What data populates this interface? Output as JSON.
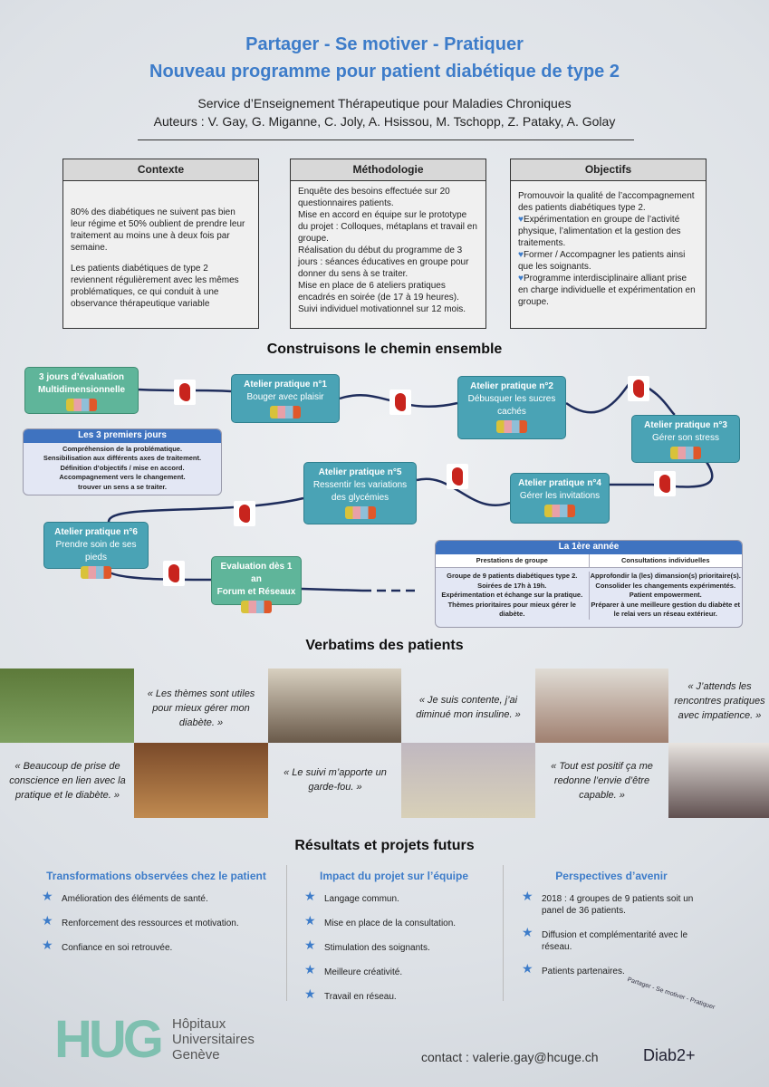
{
  "header": {
    "title1": "Partager - Se motiver - Pratiquer",
    "title2": "Nouveau programme pour patient diabétique de type 2",
    "service": "Service d’Enseignement Thérapeutique pour Maladies Chroniques",
    "authors": "Auteurs : V. Gay, G. Miganne, C. Joly, A. Hsissou, M. Tschopp, Z. Pataky, A. Golay"
  },
  "boxes": [
    {
      "title": "Contexte",
      "paras": [
        "80% des diabétiques ne suivent pas bien leur régime et 50% oublient de prendre leur traitement au moins une à deux fois par semaine.",
        "Les patients diabétiques de type 2 reviennent régulièrement avec les mêmes problématiques, ce qui conduit à une observance thérapeutique variable"
      ]
    },
    {
      "title": "Méthodologie",
      "paras": [
        "Enquête des besoins effectuée sur 20 questionnaires patients.",
        "Mise en accord en équipe sur le prototype du projet : Colloques, métaplans et travail en groupe.",
        "Réalisation du début du programme de 3 jours : séances éducatives en groupe pour donner du sens à se traiter.",
        "Mise en place de 6 ateliers pratiques encadrés en soirée (de 17 à 19 heures).",
        "Suivi individuel motivationnel sur 12 mois."
      ]
    },
    {
      "title": "Objectifs",
      "paras": [
        "Promouvoir la qualité de l’accompagnement des patients diabétiques type 2.",
        "Expérimentation en groupe de l’activité physique, l’alimentation et la gestion des traitements.",
        "Former / Accompagner les patients ainsi que les soignants.",
        "Programme interdisciplinaire alliant prise en charge individuelle et expérimentation en groupe."
      ]
    }
  ],
  "path": {
    "heading": "Construisons le chemin ensemble",
    "eval3": {
      "title": "3 jours d’évaluation",
      "sub": "Multidimensionnelle"
    },
    "a1": {
      "title": "Atelier pratique n°1",
      "sub": "Bouger avec plaisir"
    },
    "a2": {
      "title": "Atelier pratique n°2",
      "sub": "Débusquer les sucres cachés"
    },
    "a3": {
      "title": "Atelier pratique n°3",
      "sub": "Gérer son stress"
    },
    "a4": {
      "title": "Atelier pratique n°4",
      "sub": "Gérer les invitations"
    },
    "a5": {
      "title": "Atelier pratique n°5",
      "sub": "Ressentir les variations des glycémies"
    },
    "a6": {
      "title": "Atelier pratique n°6",
      "sub": "Prendre soin de ses pieds"
    },
    "evalyear": {
      "title": "Evaluation dès 1 an",
      "sub": "Forum et Réseaux"
    },
    "first3": {
      "title": "Les 3 premiers jours",
      "lines": [
        "Compréhension de la problématique.",
        "Sensibilisation aux différents axes de traitement.",
        "Définition d’objectifs / mise en accord.",
        "Accompagnement vers le changement.",
        "trouver un sens a se traiter."
      ]
    },
    "year1": {
      "title": "La 1ère année",
      "col1": "Prestations de groupe",
      "col2": "Consultations individuelles",
      "lines1": [
        "Groupe de 9 patients diabétiques type 2.",
        "Soirées de 17h à 19h.",
        "Expérimentation et échange sur la pratique.",
        "Thèmes prioritaires pour mieux gérer le diabète."
      ],
      "lines2": [
        "Approfondir la (les) dimansion(s) prioritaire(s).",
        "Consolider les changements expérimentés.",
        "Patient empowerment.",
        "Préparer à une meilleure gestion du diabète et le relai vers un réseau extérieur."
      ]
    }
  },
  "verbatims": {
    "heading": "Verbatims des patients",
    "quotes": [
      "« Les thèmes sont utiles pour mieux gérer mon diabète. »",
      "« Je suis contente, j’ai diminué mon insuline. »",
      "« J’attends les rencontres pratiques avec impatience. »",
      "« Beaucoup de prise de conscience en lien avec la pratique et le diabète. »",
      "« Le suivi m’apporte un garde-fou. »",
      "« Tout est positif ça me redonne l’envie d’être capable. »"
    ]
  },
  "results": {
    "heading": "Résultats et projets futurs",
    "cols": [
      {
        "title": "Transformations observées chez le patient",
        "items": [
          "Amélioration des éléments de santé.",
          "Renforcement des ressources et motivation.",
          "Confiance en soi retrouvée."
        ]
      },
      {
        "title": "Impact du projet sur l’équipe",
        "items": [
          "Langage commun.",
          "Mise en place de la consultation.",
          "Stimulation des soignants.",
          "Meilleure créativité.",
          "Travail en réseau."
        ]
      },
      {
        "title": "Perspectives d’avenir",
        "items": [
          "2018 : 4 groupes de 9 patients soit un panel de 36 patients.",
          "Diffusion et complémentarité avec le réseau.",
          "Patients partenaires."
        ]
      }
    ]
  },
  "footer": {
    "hug_logo": "HUG",
    "hospital": [
      "Hôpitaux",
      "Universitaires",
      "Genève"
    ],
    "contact": "contact : valerie.gay@hcuge.ch",
    "diab_logo": "Diab2+",
    "diab_tagline": "Partager - Se motiver - Pratiquer"
  }
}
